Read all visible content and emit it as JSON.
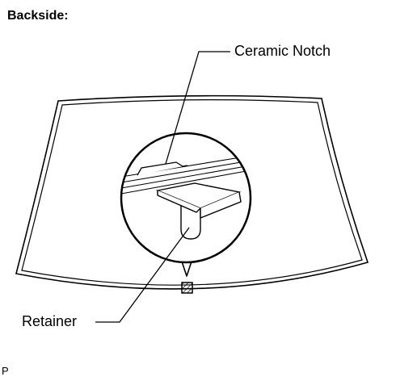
{
  "title": "Backside:",
  "labels": {
    "ceramic_notch": "Ceramic Notch",
    "retainer": "Retainer"
  },
  "figure_code": "P"
}
